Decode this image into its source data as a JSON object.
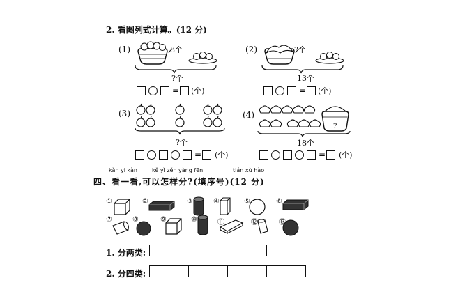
{
  "q2": {
    "title": "2. 看图列式计算。(12 分)",
    "p1": {
      "label": "(1)",
      "top_count": "8个",
      "bottom_count": "?个"
    },
    "p2": {
      "label": "(2)",
      "top_count": "?个",
      "bottom_count": "13个"
    },
    "p3": {
      "label": "(3)",
      "bottom_count": "?个"
    },
    "p4": {
      "label": "(4)",
      "basket_mark": "?",
      "bottom_count": "18个"
    },
    "equals": "=",
    "unit": "(个)"
  },
  "q4": {
    "pinyin": [
      "kàn yi kàn",
      "kě yǐ zěn yàng fēn",
      "tián xù hào"
    ],
    "title": "四、看一看,可以怎样分?(填序号)(12 分)",
    "shape_numbers": [
      "①",
      "②",
      "③",
      "④",
      "⑤",
      "⑥",
      "⑦",
      "⑧",
      "⑨",
      "⑩",
      "⑪",
      "⑫",
      "⑬"
    ],
    "classify_two": {
      "label": "1. 分两类:",
      "cells": 2
    },
    "classify_four": {
      "label": "2. 分四类:",
      "cells": 4
    }
  }
}
